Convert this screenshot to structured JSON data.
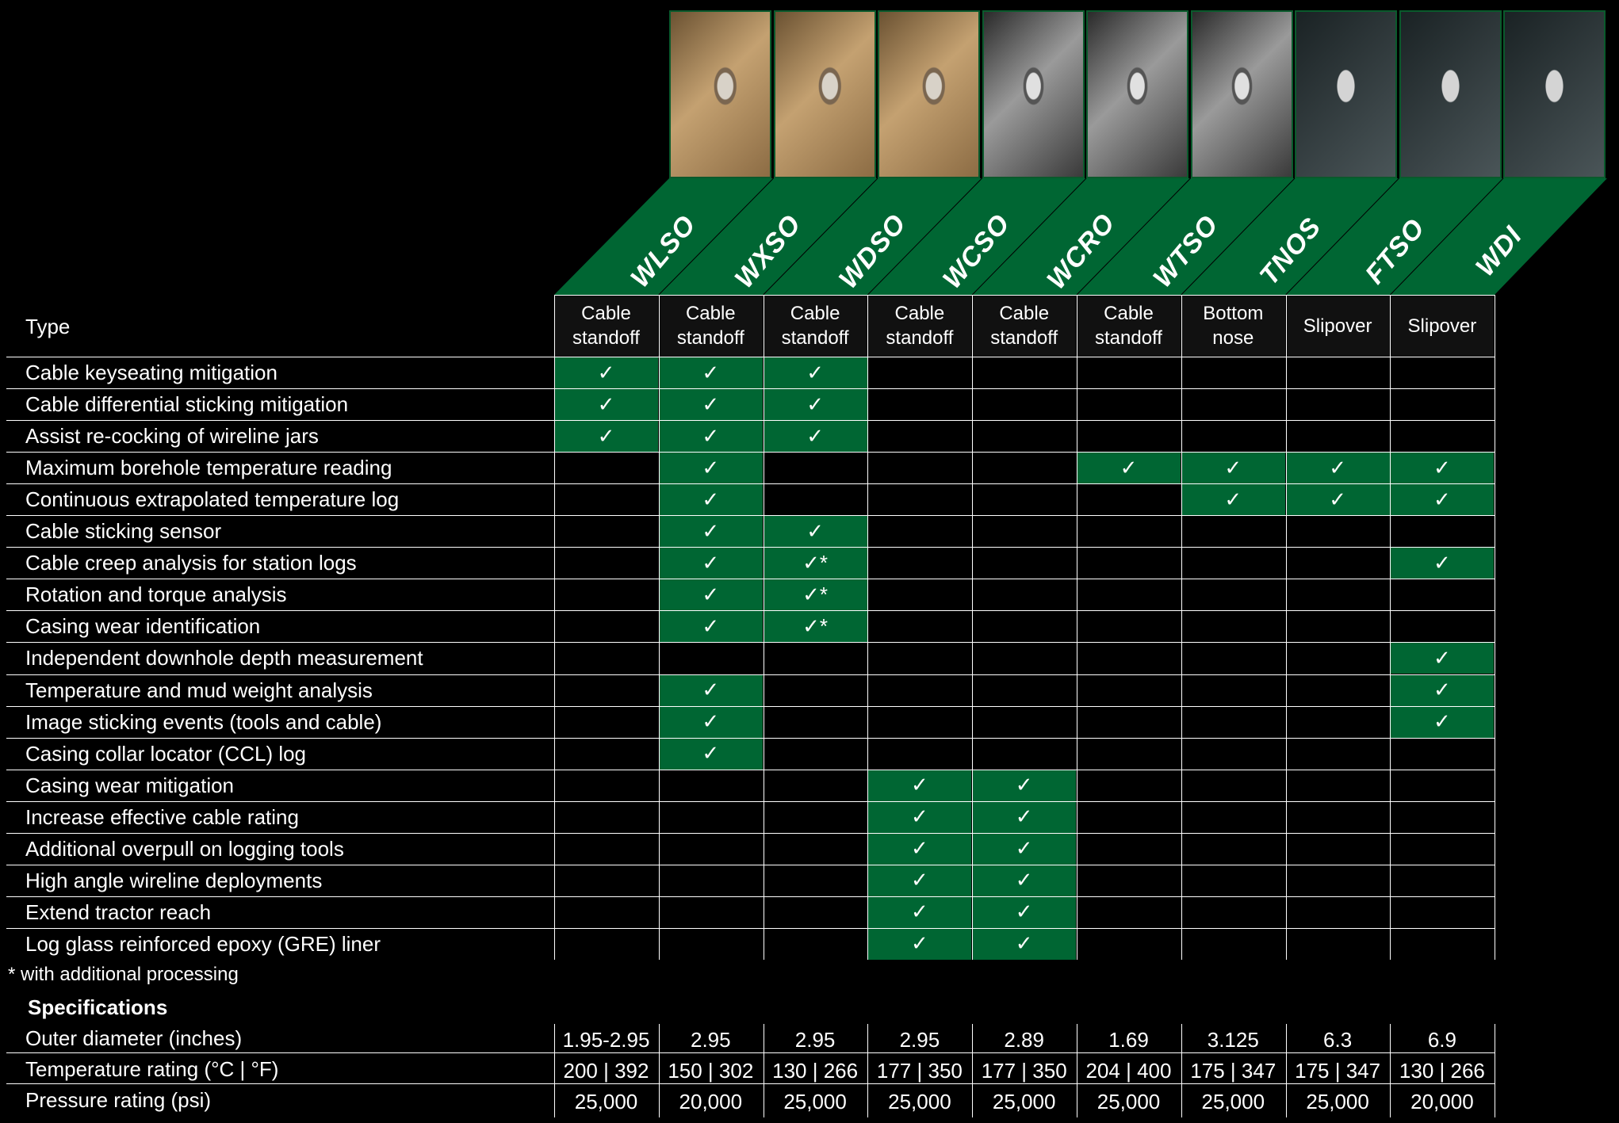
{
  "colors": {
    "green": "#006633",
    "header_cell": "#111111"
  },
  "tools": [
    {
      "name": "WLSO",
      "type": "Cable standoff",
      "image": "sand"
    },
    {
      "name": "WXSO",
      "type": "Cable standoff",
      "image": "sand"
    },
    {
      "name": "WDSO",
      "type": "Cable standoff",
      "image": "sand"
    },
    {
      "name": "WCSO",
      "type": "Cable standoff",
      "image": "steel"
    },
    {
      "name": "WCRO",
      "type": "Cable standoff",
      "image": "steel"
    },
    {
      "name": "WTSO",
      "type": "Cable standoff",
      "image": "steel"
    },
    {
      "name": "TNOS",
      "type": "Bottom nose",
      "image": "dark"
    },
    {
      "name": "FTSO",
      "type": "Slipover",
      "image": "dark"
    },
    {
      "name": "WDI",
      "type": "Slipover",
      "image": "dark"
    }
  ],
  "type_label": "Type",
  "features": [
    {
      "label": "Cable keyseating mitigation",
      "marks": [
        "✓",
        "✓",
        "✓",
        "",
        "",
        "",
        "",
        "",
        ""
      ]
    },
    {
      "label": "Cable differential sticking mitigation",
      "marks": [
        "✓",
        "✓",
        "✓",
        "",
        "",
        "",
        "",
        "",
        ""
      ]
    },
    {
      "label": "Assist re-cocking of wireline jars",
      "marks": [
        "✓",
        "✓",
        "✓",
        "",
        "",
        "",
        "",
        "",
        ""
      ]
    },
    {
      "label": "Maximum borehole temperature reading",
      "marks": [
        "",
        "✓",
        "",
        "",
        "",
        "✓",
        "✓",
        "✓",
        "✓"
      ]
    },
    {
      "label": "Continuous extrapolated temperature log",
      "marks": [
        "",
        "✓",
        "",
        "",
        "",
        "",
        "✓",
        "✓",
        "✓"
      ]
    },
    {
      "label": "Cable sticking sensor",
      "marks": [
        "",
        "✓",
        "✓",
        "",
        "",
        "",
        "",
        "",
        ""
      ]
    },
    {
      "label": "Cable creep analysis for station logs",
      "marks": [
        "",
        "✓",
        "✓*",
        "",
        "",
        "",
        "",
        "",
        "✓"
      ]
    },
    {
      "label": "Rotation and torque analysis",
      "marks": [
        "",
        "✓",
        "✓*",
        "",
        "",
        "",
        "",
        "",
        ""
      ]
    },
    {
      "label": "Casing wear identification",
      "marks": [
        "",
        "✓",
        "✓*",
        "",
        "",
        "",
        "",
        "",
        ""
      ]
    },
    {
      "label": "Independent downhole depth measurement",
      "marks": [
        "",
        "",
        "",
        "",
        "",
        "",
        "",
        "",
        "✓"
      ]
    },
    {
      "label": "Temperature and mud weight analysis",
      "marks": [
        "",
        "✓",
        "",
        "",
        "",
        "",
        "",
        "",
        "✓"
      ]
    },
    {
      "label": "Image sticking events (tools and cable)",
      "marks": [
        "",
        "✓",
        "",
        "",
        "",
        "",
        "",
        "",
        "✓"
      ]
    },
    {
      "label": "Casing collar locator (CCL) log",
      "marks": [
        "",
        "✓",
        "",
        "",
        "",
        "",
        "",
        "",
        ""
      ]
    },
    {
      "label": "Casing wear mitigation",
      "marks": [
        "",
        "",
        "",
        "✓",
        "✓",
        "",
        "",
        "",
        ""
      ]
    },
    {
      "label": "Increase effective cable rating",
      "marks": [
        "",
        "",
        "",
        "✓",
        "✓",
        "",
        "",
        "",
        ""
      ]
    },
    {
      "label": "Additional overpull on logging tools",
      "marks": [
        "",
        "",
        "",
        "✓",
        "✓",
        "",
        "",
        "",
        ""
      ]
    },
    {
      "label": "High angle wireline deployments",
      "marks": [
        "",
        "",
        "",
        "✓",
        "✓",
        "",
        "",
        "",
        ""
      ]
    },
    {
      "label": "Extend tractor reach",
      "marks": [
        "",
        "",
        "",
        "✓",
        "✓",
        "",
        "",
        "",
        ""
      ]
    },
    {
      "label": "Log glass reinforced epoxy (GRE) liner",
      "marks": [
        "",
        "",
        "",
        "✓",
        "✓",
        "",
        "",
        "",
        ""
      ]
    }
  ],
  "footnote": "* with additional processing",
  "specs_title": "Specifications",
  "specs": [
    {
      "label": "Outer diameter (inches)",
      "values": [
        "1.95-2.95",
        "2.95",
        "2.95",
        "2.95",
        "2.89",
        "1.69",
        "3.125",
        "6.3",
        "6.9"
      ]
    },
    {
      "label": "Temperature rating (°C | °F)",
      "values": [
        "200 | 392",
        "150 | 302",
        "130 | 266",
        "177 | 350",
        "177 | 350",
        "204 | 400",
        "175 | 347",
        "175 | 347",
        "130 | 266"
      ]
    },
    {
      "label": "Pressure rating (psi)",
      "values": [
        "25,000",
        "20,000",
        "25,000",
        "25,000",
        "25,000",
        "25,000",
        "25,000",
        "25,000",
        "20,000"
      ]
    }
  ]
}
